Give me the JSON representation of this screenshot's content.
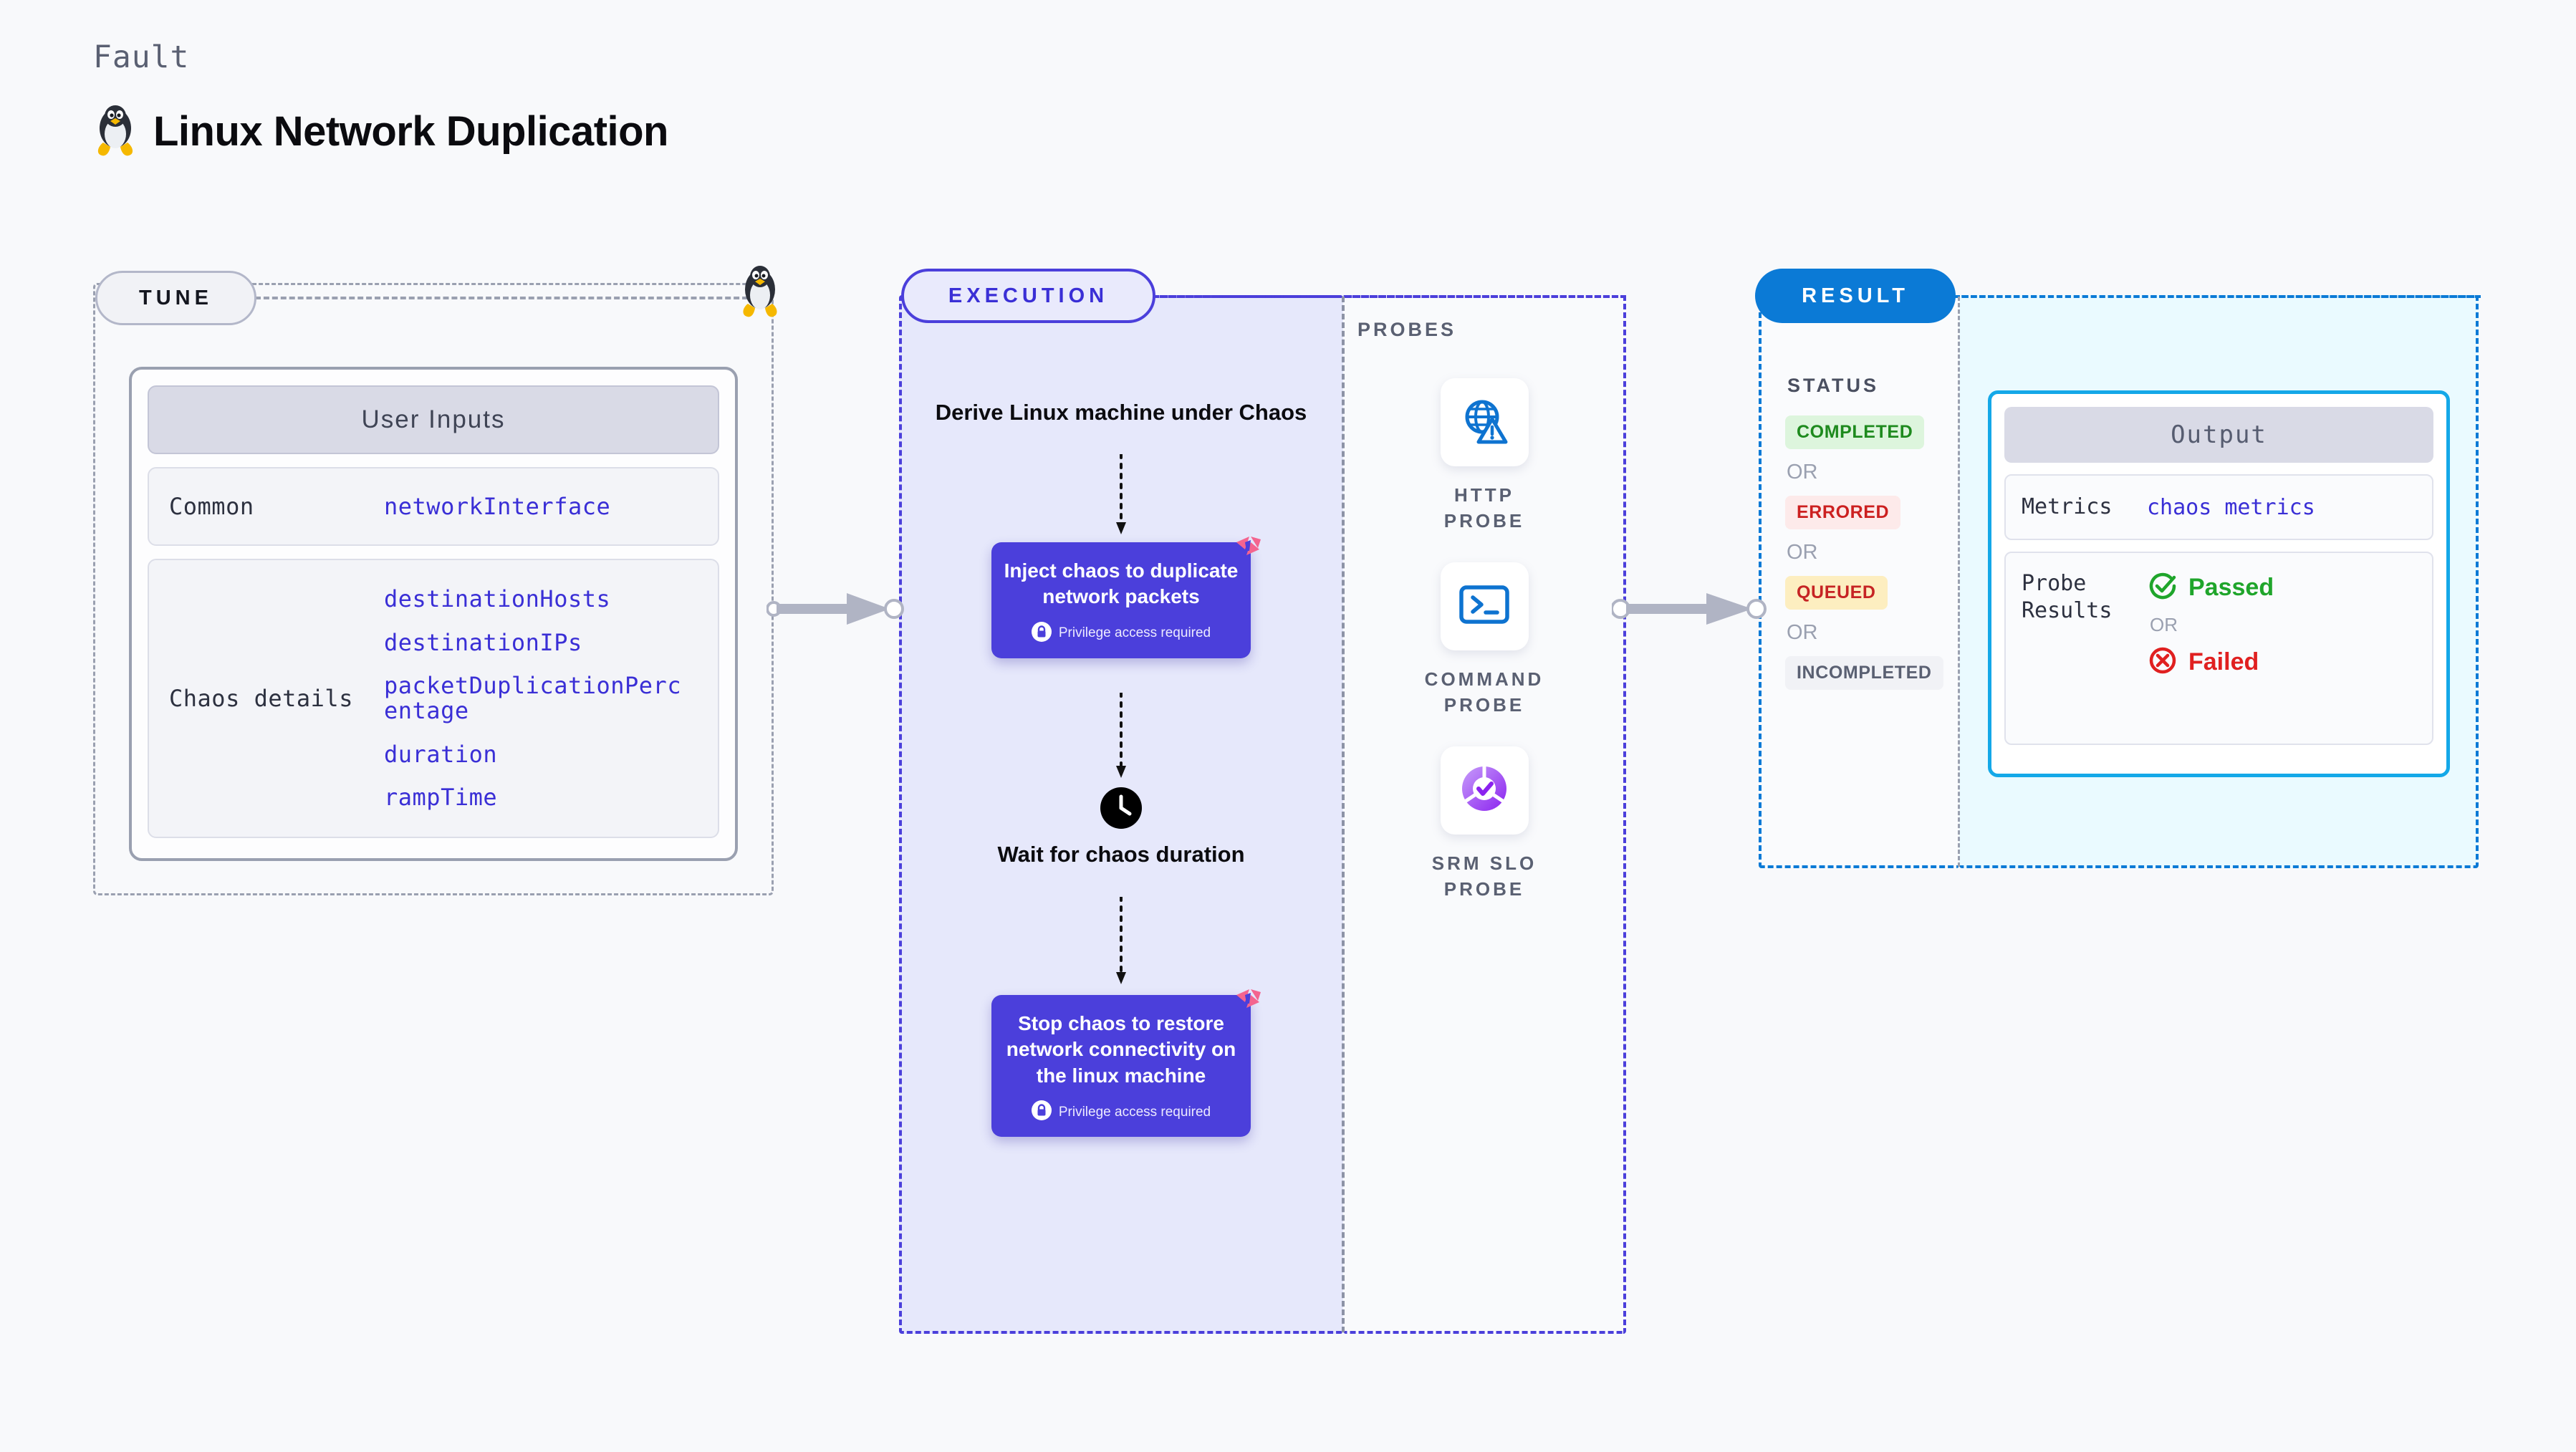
{
  "header": {
    "kicker": "Fault",
    "title": "Linux Network Duplication",
    "logo_icon": "linux-tux-icon"
  },
  "tune": {
    "pill_label": "TUNE",
    "badge_icon": "linux-tux-icon",
    "card_header": "User Inputs",
    "rows": [
      {
        "label": "Common",
        "values": [
          "networkInterface"
        ]
      },
      {
        "label": "Chaos details",
        "values": [
          "destinationHosts",
          "destinationIPs",
          "packetDuplicationPercentage",
          "duration",
          "rampTime"
        ]
      }
    ]
  },
  "execution": {
    "pill_label": "EXECUTION",
    "steps": [
      {
        "type": "label",
        "text": "Derive Linux machine under Chaos"
      },
      {
        "type": "card",
        "title": "Inject chaos to duplicate network packets",
        "privilege": "Privilege access required",
        "lock_icon": "lock-icon",
        "mark_icon": "litmus-mark-icon"
      },
      {
        "type": "label",
        "text": "Wait for chaos duration",
        "icon": "clock-icon"
      },
      {
        "type": "card",
        "title": "Stop chaos to restore network connectivity on the linux machine",
        "privilege": "Privilege access required",
        "lock_icon": "lock-icon",
        "mark_icon": "litmus-mark-icon"
      }
    ]
  },
  "probes": {
    "title": "PROBES",
    "items": [
      {
        "label": "HTTP PROBE",
        "icon": "globe-warning-icon"
      },
      {
        "label": "COMMAND PROBE",
        "icon": "terminal-icon"
      },
      {
        "label": "SRM SLO PROBE",
        "icon": "slo-donut-check-icon"
      }
    ]
  },
  "result": {
    "pill_label": "RESULT",
    "status_title": "STATUS",
    "or_label": "OR",
    "statuses": [
      {
        "label": "COMPLETED",
        "bg": "#ddf5dd",
        "fg": "#1e8a1e"
      },
      {
        "label": "ERRORED",
        "bg": "#fdeaea",
        "fg": "#cc2020"
      },
      {
        "label": "QUEUED",
        "bg": "#fdeec0",
        "fg": "#c62424"
      },
      {
        "label": "INCOMPLETED",
        "bg": "#f1f2f6",
        "fg": "#5a6072"
      }
    ],
    "output": {
      "header": "Output",
      "metrics_label": "Metrics",
      "metrics_value": "chaos metrics",
      "probe_results_label": "Probe Results",
      "passed_label": "Passed",
      "failed_label": "Failed",
      "or_label": "OR",
      "passed_icon": "check-circle-icon",
      "failed_icon": "x-circle-icon"
    }
  },
  "colors": {
    "background": "#f8f9fb",
    "accent_purple": "#4b3fdb",
    "accent_blue": "#0b7ad6",
    "accent_cyan": "#14a8e8",
    "accent_pink": "#f4648f",
    "success_green": "#1e8a1e",
    "error_red": "#cc2020",
    "muted_gray": "#9aa0b0"
  }
}
